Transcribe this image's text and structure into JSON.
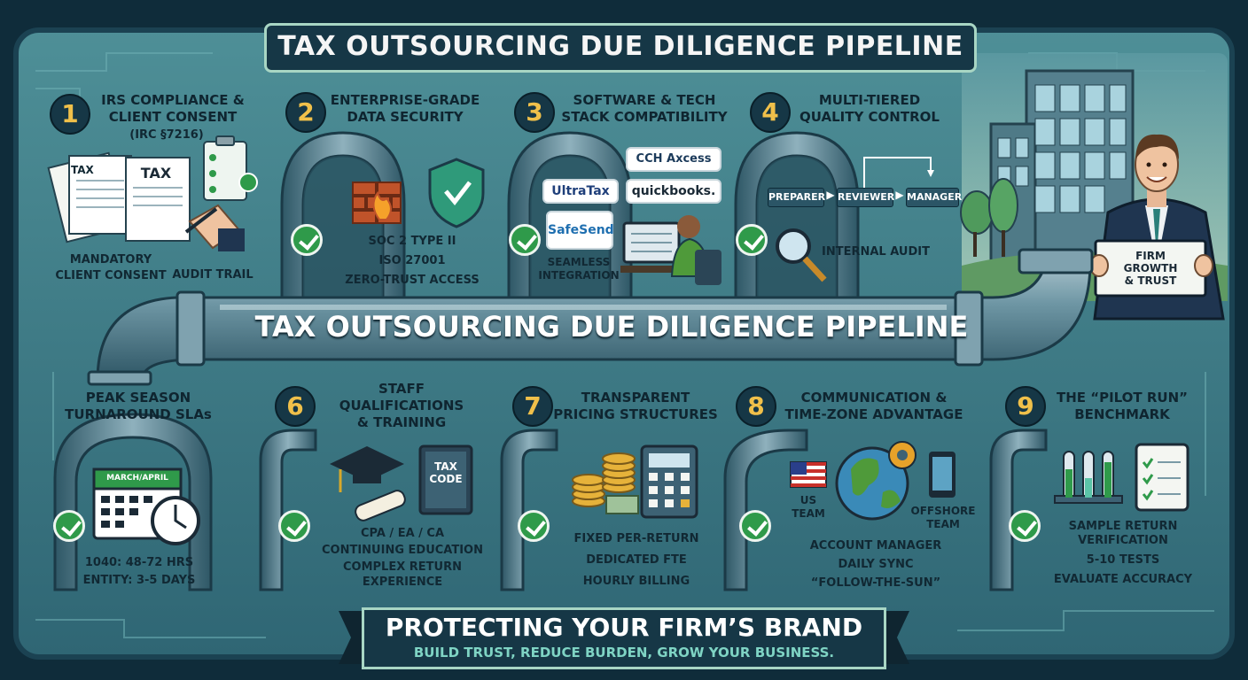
{
  "title": "TAX OUTSOURCING DUE DILIGENCE PIPELINE",
  "pipe_title": "TAX OUTSOURCING DUE DILIGENCE PIPELINE",
  "steps": {
    "s1": {
      "number": "1",
      "title1": "IRS COMPLIANCE &",
      "title2": "CLIENT CONSENT",
      "sub": "(IRC §7216)",
      "form1": "TAX",
      "form2": "TAX",
      "label1a": "MANDATORY",
      "label1b": "CLIENT CONSENT",
      "label2": "AUDIT TRAIL"
    },
    "s2": {
      "number": "2",
      "title1": "ENTERPRISE-GRADE",
      "title2": "DATA SECURITY",
      "item1": "SOC 2 TYPE II",
      "item2": "ISO 27001",
      "item3": "ZERO-TRUST ACCESS"
    },
    "s3": {
      "number": "3",
      "title1": "SOFTWARE & TECH",
      "title2": "STACK COMPATIBILITY",
      "logo1": "CCH Axcess",
      "logo2": "UltraTax",
      "logo3": "quickbooks.",
      "logo4": "SafeSend",
      "label1": "SEAMLESS",
      "label2": "INTEGRATION"
    },
    "s4": {
      "number": "4",
      "title1": "MULTI-TIERED",
      "title2": "QUALITY CONTROL",
      "flow1": "PREPARER",
      "flow2": "REVIEWER",
      "flow3": "MANAGER",
      "label": "INTERNAL AUDIT"
    },
    "s5": {
      "title1": "PEAK SEASON",
      "title2": "TURNAROUND SLAs",
      "calendar": "MARCH/APRIL",
      "item1": "1040: 48-72 HRS",
      "item2": "ENTITY: 3-5 DAYS"
    },
    "s6": {
      "number": "6",
      "title1": "STAFF",
      "title2": "QUALIFICATIONS",
      "title3": "& TRAINING",
      "book1": "TAX",
      "book2": "CODE",
      "item1": "CPA / EA / CA",
      "item2": "CONTINUING EDUCATION",
      "item3a": "COMPLEX RETURN",
      "item3b": "EXPERIENCE"
    },
    "s7": {
      "number": "7",
      "title1": "TRANSPARENT",
      "title2": "PRICING STRUCTURES",
      "item1": "FIXED PER-RETURN",
      "item2": "DEDICATED FTE",
      "item3": "HOURLY BILLING"
    },
    "s8": {
      "number": "8",
      "title1": "COMMUNICATION &",
      "title2": "TIME-ZONE ADVANTAGE",
      "us1": "US",
      "us2": "TEAM",
      "off1": "OFFSHORE",
      "off2": "TEAM",
      "item1": "ACCOUNT MANAGER",
      "item2": "DAILY SYNC",
      "item3": "“FOLLOW-THE-SUN”"
    },
    "s9": {
      "number": "9",
      "title1": "THE “PILOT RUN”",
      "title2": "BENCHMARK",
      "item1a": "SAMPLE RETURN",
      "item1b": "VERIFICATION",
      "item2": "5-10 TESTS",
      "item3": "EVALUATE ACCURACY"
    }
  },
  "sign": {
    "line1": "FIRM",
    "line2": "GROWTH",
    "line3": "& TRUST"
  },
  "footer": {
    "title": "PROTECTING YOUR FIRM’S BRAND",
    "subtitle": "BUILD TRUST, REDUCE BURDEN, GROW YOUR BUSINESS."
  },
  "colors": {
    "panel": "#3f7c88",
    "banner": "#163746",
    "accent_gold": "#f0c04a",
    "check_green": "#2f9a4a"
  }
}
